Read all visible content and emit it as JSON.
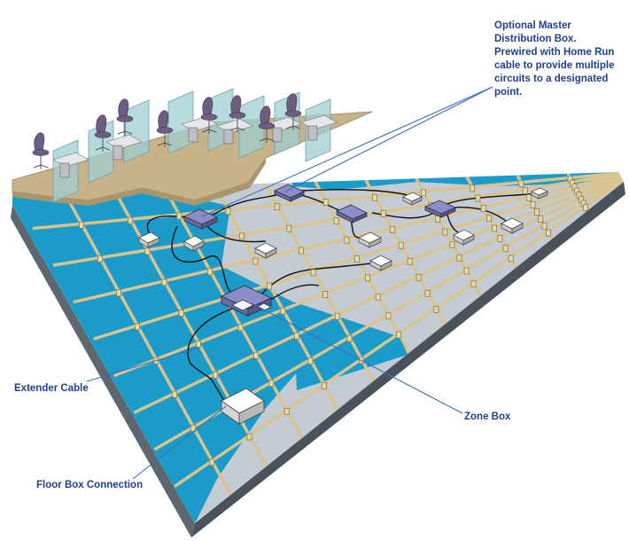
{
  "callouts": {
    "master_distribution_box": {
      "lines": [
        "Optional Master",
        "Distribution Box.",
        "Prewired with Home Run",
        "cable to provide multiple",
        "circuits to a designated",
        "point."
      ]
    },
    "extender_cable": "Extender Cable",
    "zone_box": "Zone Box",
    "floor_box_connection": "Floor Box Connection"
  },
  "colors": {
    "label_text": "#1f3f8f",
    "leader_line": "#3a6cc0",
    "subfloor_blue": "#1a9bc9",
    "subfloor_gray": "#c4cbd2",
    "grid_stringer": "#d9c48f",
    "carpet_floor": "#c8b28a",
    "slab_edge": "#5d6770",
    "zone_box": "#7f7fbf",
    "cubicle_glass": "#9fcdd0",
    "chair": "#6d5d80"
  }
}
